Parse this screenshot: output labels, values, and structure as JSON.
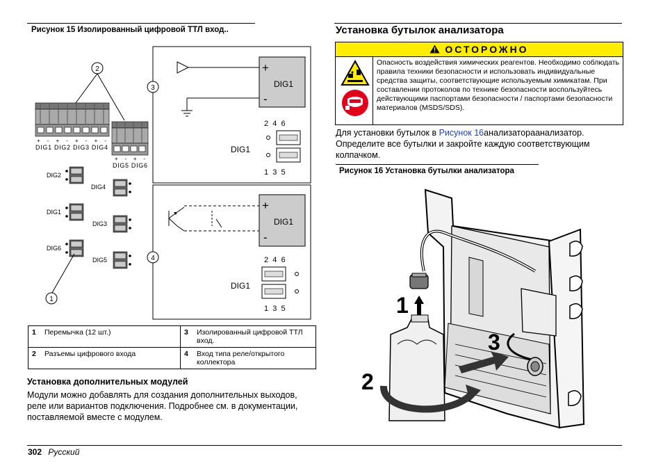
{
  "left": {
    "figure_caption": "Рисунок 15  Изолированный цифровой ТТЛ вход..",
    "diagram": {
      "callouts": [
        "1",
        "2",
        "3",
        "4"
      ],
      "terminal_signs_a": "+ - + - + - + -",
      "terminal_labels_a": "DIG1 DIG2 DIG3 DIG4",
      "terminal_signs_b": "+ - + -",
      "terminal_labels_b": "DIG5 DIG6",
      "jumper_labels": [
        "DIG2",
        "DIG4",
        "DIG1",
        "DIG3",
        "DIG6",
        "DIG5"
      ],
      "box_plus": "+",
      "box_minus": "-",
      "box_label": "DIG1",
      "pin_top": "2  4  6",
      "pin_bottom": "1  3  5",
      "side_label": "DIG1"
    },
    "legend": [
      {
        "num": "1",
        "text": "Перемычка (12 шт.)"
      },
      {
        "num": "3",
        "text": "Изолированный цифровой ТТЛ вход."
      },
      {
        "num": "2",
        "text": "Разъемы цифрового входа"
      },
      {
        "num": "4",
        "text": "Вход типа реле/открытого коллектора"
      }
    ],
    "section_title": "Установка дополнительных модулей",
    "section_body": "Модули можно добавлять для создания дополнительных выходов, реле или вариантов подключения. Подробнее см. в документации, поставляемой вместе с модулем."
  },
  "right": {
    "title": "Установка бутылок анализатора",
    "warning": {
      "heading": "ОСТОРОЖНО",
      "text": "Опасность воздействия химических реагентов. Необходимо соблюдать правила техники безопасности и использовать индивидуальные средства защиты, соответствующие используемым химикатам. При составлении протоколов по технике безопасности воспользуйтесь действующими паспортами безопасности / паспортами безопасности материалов (MSDS/SDS)."
    },
    "para_before": "Для установки бутылок в ",
    "para_link": "Рисунок 16",
    "para_after": "анализатораанализатор. Определите все бутылки и закройте каждую соответствующим колпачком.",
    "figure_caption": "Рисунок 16  Установка бутылки анализатора",
    "step_labels": [
      "1",
      "2",
      "3"
    ]
  },
  "footer": {
    "page_number": "302",
    "language": "Русский"
  },
  "colors": {
    "warning_yellow": "#ffed00",
    "link_blue": "#1a3fcf",
    "hazard_red": "#e3001b"
  }
}
